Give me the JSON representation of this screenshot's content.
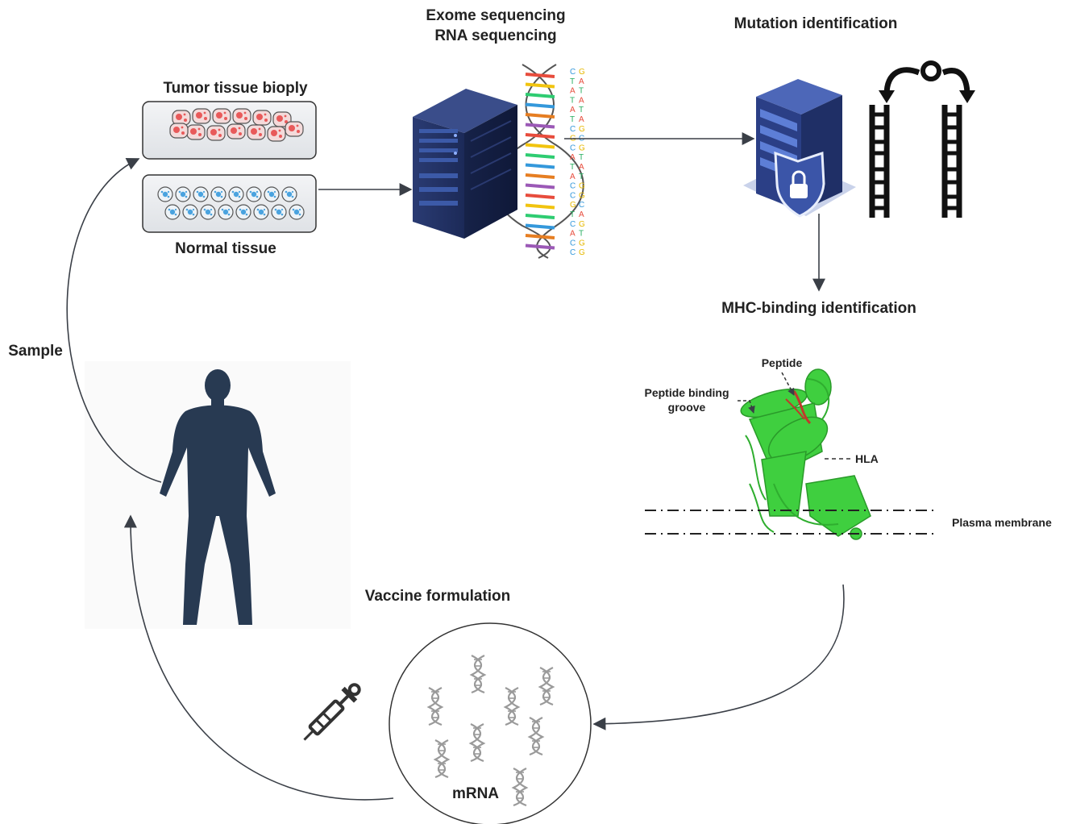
{
  "labels": {
    "tumor_tissue": "Tumor tissue bioply",
    "normal_tissue": "Normal tissue",
    "sequencing_line1": "Exome sequencing",
    "sequencing_line2": "RNA sequencing",
    "mutation_identification": "Mutation identification",
    "mhc_binding": "MHC-binding identification",
    "peptide": "Peptide",
    "binding_groove_line1": "Peptide binding",
    "binding_groove_line2": "groove",
    "hla": "HLA",
    "plasma_membrane": "Plasma membrane",
    "sample": "Sample",
    "vaccine_formulation": "Vaccine formulation",
    "mrna": "mRNA"
  },
  "sequence_letters": {
    "left": [
      "C",
      "T",
      "A",
      "T",
      "A",
      "T",
      "C",
      "G",
      "C",
      "A",
      "T",
      "A",
      "C",
      "C",
      "G",
      "T",
      "C",
      "A",
      "C",
      "C"
    ],
    "right": [
      "G",
      "A",
      "T",
      "A",
      "T",
      "A",
      "G",
      "C",
      "G",
      "T",
      "A",
      "T",
      "G",
      "G",
      "C",
      "A",
      "G",
      "T",
      "G",
      "G"
    ]
  },
  "icons": {
    "server": "server-icon",
    "secure_server": "secure-server-icon",
    "dna_helix": "dna-helix-icon",
    "dna_compare": "dna-compare-icon",
    "protein": "hla-protein-structure",
    "human": "human-body-icon",
    "syringe": "syringe-icon",
    "mrna": "mrna-strand-icon"
  },
  "colors": {
    "arrow": "#3a3f47",
    "server_dark": "#1f2d5a",
    "human": "#283a52",
    "protein": "#3fcf3f",
    "tumor_cell": "#e85a5a",
    "normal_cell": "#4aa3df"
  }
}
